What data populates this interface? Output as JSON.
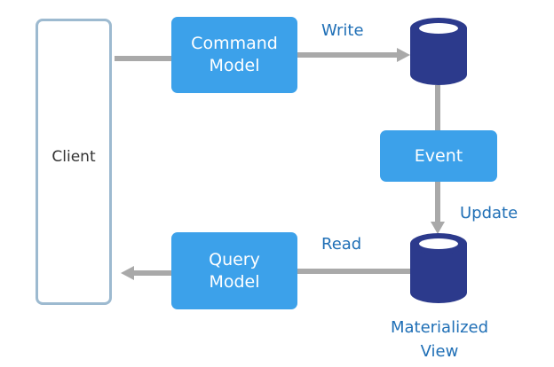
{
  "nodes": {
    "client": {
      "label": "Client"
    },
    "command_model": {
      "label": "Command\nModel"
    },
    "event": {
      "label": "Event"
    },
    "query_model": {
      "label": "Query\nModel"
    },
    "materialized_view": {
      "label": "Materialized\nView"
    }
  },
  "edges": {
    "write": {
      "label": "Write"
    },
    "update": {
      "label": "Update"
    },
    "read": {
      "label": "Read"
    }
  },
  "colors": {
    "box_fill": "#3ca1ea",
    "database_fill": "#2c3a8c",
    "connector": "#a9a9a9",
    "edge_label_text": "#1f6fb6",
    "client_border": "#9dbad0"
  }
}
